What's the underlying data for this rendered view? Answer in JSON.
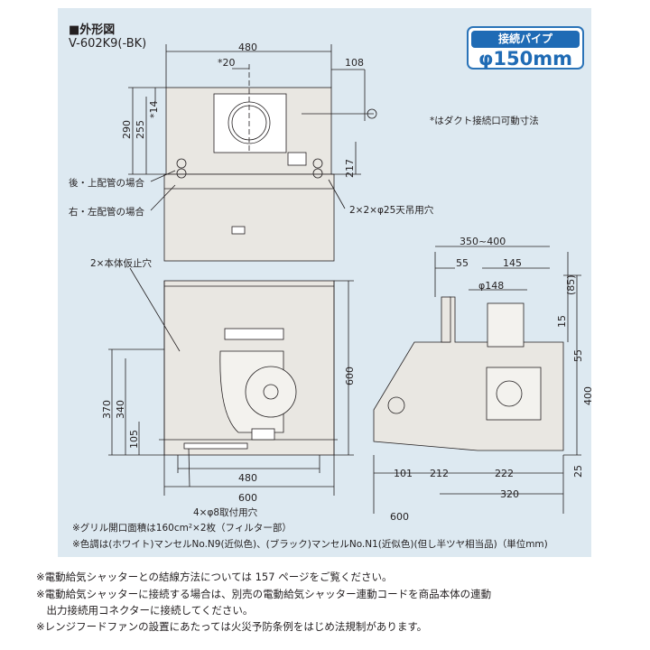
{
  "heading": "■外形図",
  "model": "V-602K9(-BK)",
  "badge": {
    "title": "接続パイプ",
    "value": "φ150mm"
  },
  "annotation": "*はダクト接続口可動寸法",
  "callouts": {
    "rear_top_pipe": "後・上配管の場合",
    "right_left_pipe": "右・左配管の場合",
    "ceiling_holes": "2×2×φ25天吊用穴",
    "temp_holes": "2×本体仮止穴",
    "mount_holes": "4×φ8取付用穴"
  },
  "dims": {
    "top_width": "480",
    "duct_offset": "*20",
    "side_108": "108",
    "h290": "290",
    "h255": "255",
    "h14": "*14",
    "h217": "217",
    "range": "350~400",
    "d55a": "55",
    "d145": "145",
    "d148": "φ148",
    "d85": "(85)",
    "d15": "15",
    "d55b": "55",
    "h400": "400",
    "h600": "600",
    "h370": "370",
    "h340": "340",
    "h105": "105",
    "front_480": "480",
    "front_600": "600",
    "s101": "101",
    "s212": "212",
    "s222": "222",
    "s25": "25",
    "s320": "320",
    "s600": "600"
  },
  "notes": [
    "※グリル開口面積は160cm²×2枚（フィルター部）",
    "※色調は(ホワイト)マンセルNo.N9(近似色)、(ブラック)マンセルNo.N1(近似色)(但し半ツヤ相当品)（単位mm)"
  ],
  "footer": [
    "※電動給気シャッターとの結線方法については 157 ページをご覧ください。",
    "※電動給気シャッターに接続する場合は、別売の電動給気シャッター連動コードを商品本体の連動",
    "　出力接続用コネクターに接続してください。",
    "※レンジフードファンの設置にあたっては火災予防条例をはじめ法規制があります。"
  ],
  "colors": {
    "panel": "#dde9f1",
    "accent": "#1f6bb5",
    "body": "#e9e7e2",
    "line": "#231f20"
  }
}
